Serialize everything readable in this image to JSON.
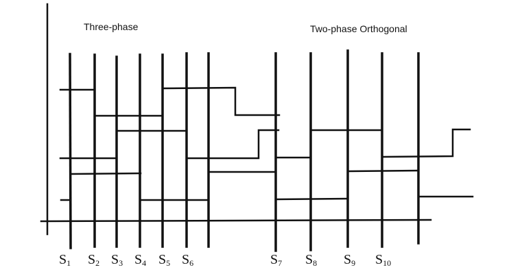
{
  "headers": {
    "left": "Three-phase",
    "right": "Two-phase Orthogonal"
  },
  "switch_labels": [
    {
      "letter": "S",
      "sub": "1"
    },
    {
      "letter": "S",
      "sub": "2"
    },
    {
      "letter": "S",
      "sub": "3"
    },
    {
      "letter": "S",
      "sub": "4"
    },
    {
      "letter": "S",
      "sub": "5"
    },
    {
      "letter": "S",
      "sub": "6"
    },
    {
      "letter": "S",
      "sub": "7"
    },
    {
      "letter": "S",
      "sub": "8"
    },
    {
      "letter": "S",
      "sub": "9"
    },
    {
      "letter": "S",
      "sub": "10"
    }
  ],
  "colors": {
    "ink": "#111111",
    "background": "#ffffff"
  }
}
